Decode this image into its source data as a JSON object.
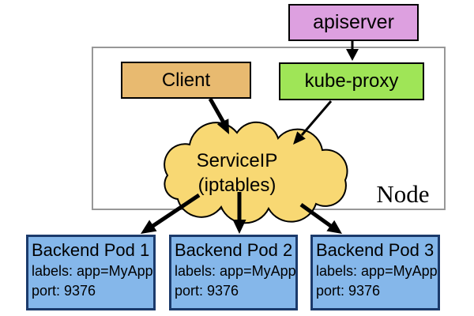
{
  "diagram": {
    "apiserver": {
      "label": "apiserver"
    },
    "node": {
      "label": "Node",
      "client": {
        "label": "Client"
      },
      "kube_proxy": {
        "label": "kube-proxy"
      },
      "service": {
        "name": "ServiceIP",
        "mode": "(iptables)"
      }
    },
    "pods": [
      {
        "title": "Backend Pod 1",
        "labels": "labels: app=MyApp",
        "port": "port: 9376"
      },
      {
        "title": "Backend Pod 2",
        "labels": "labels: app=MyApp",
        "port": "port: 9376"
      },
      {
        "title": "Backend Pod 3",
        "labels": "labels: app=MyApp",
        "port": "port: 9376"
      }
    ],
    "colors": {
      "apiserver_fill": "#DDA0E0",
      "client_fill": "#E8BA70",
      "kube_proxy_fill": "#9FE557",
      "cloud_fill": "#F8D873",
      "pod_fill": "#85B7EA",
      "pod_border": "#1B3A6B",
      "node_border": "#979797",
      "arrow": "#000000"
    }
  }
}
